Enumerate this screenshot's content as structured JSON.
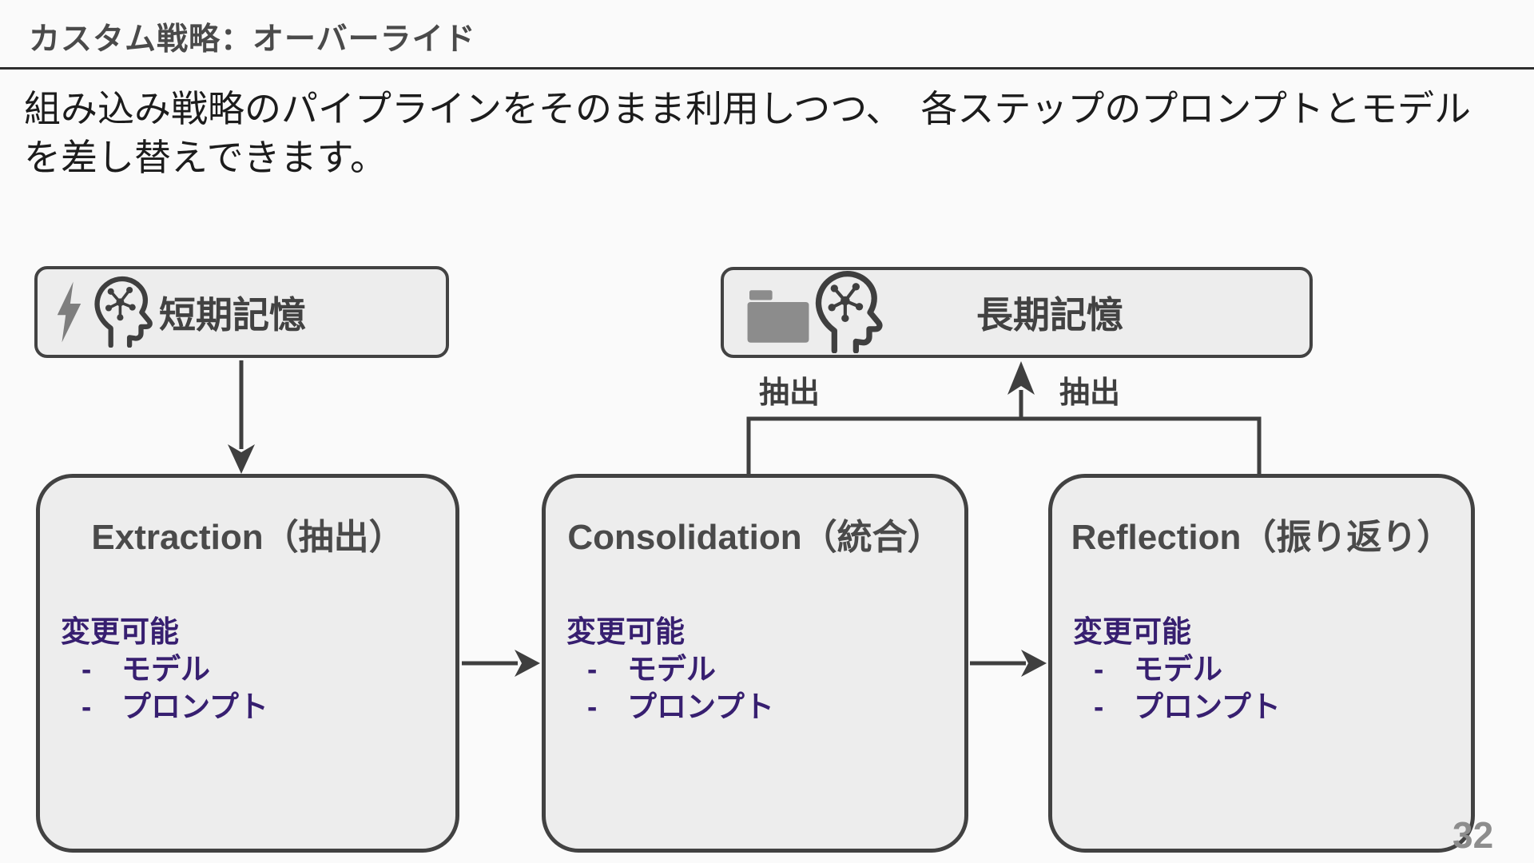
{
  "header": {
    "title": "カスタム戦略：オーバーライド"
  },
  "body": {
    "line1": "組み込み戦略のパイプラインをそのまま利用しつつ、　各ステップのプロンプトとモデル",
    "line2": "を差し替えできます。"
  },
  "memory": {
    "short_term": {
      "label": "短期記憶",
      "icons": [
        "lightning-icon",
        "brain-network-icon"
      ]
    },
    "long_term": {
      "label": "長期記憶",
      "icons": [
        "folder-icon",
        "brain-network-icon"
      ]
    }
  },
  "labels": {
    "extract_left": "抽出",
    "extract_right": "抽出"
  },
  "pipeline": [
    {
      "id": "extraction",
      "title": "Extraction（抽出）",
      "editable_label": "変更可能",
      "bullet": "-",
      "items": [
        "モデル",
        "プロンプト"
      ]
    },
    {
      "id": "consolidation",
      "title": "Consolidation（統合）",
      "editable_label": "変更可能",
      "bullet": "-",
      "items": [
        "モデル",
        "プロンプト"
      ]
    },
    {
      "id": "reflection",
      "title": "Reflection（振り返り）",
      "editable_label": "変更可能",
      "bullet": "-",
      "items": [
        "モデル",
        "プロンプト"
      ]
    }
  ],
  "page_number": "32",
  "colors": {
    "accent_purple": "#371f70",
    "box_fill": "#ededed",
    "box_border": "#424242",
    "line_dark": "#3f3f3f",
    "title_gray": "#4a4a4a",
    "page_number_gray": "#8d8d8d",
    "icon_gray": "#7e7e7e",
    "background": "#fafafa"
  }
}
